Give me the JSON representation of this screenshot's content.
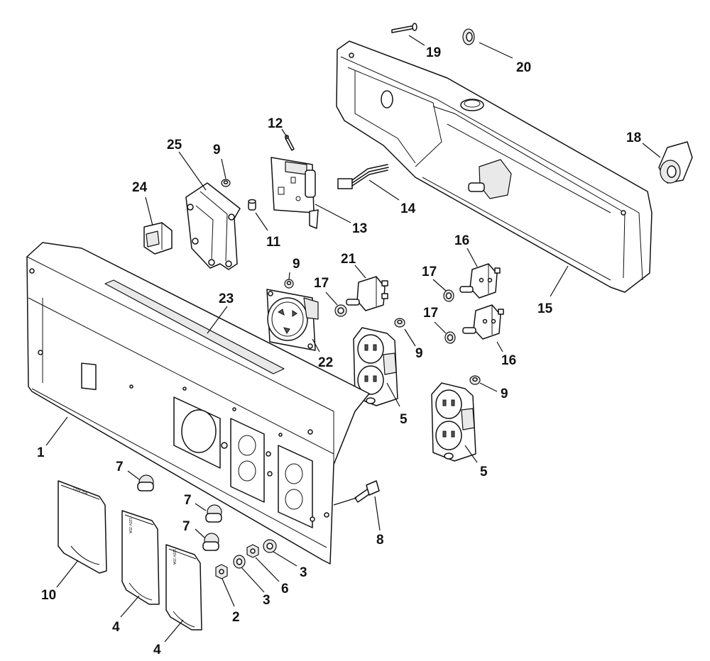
{
  "labels": {
    "l1": "1",
    "l2": "2",
    "l3a": "3",
    "l3b": "3",
    "l4a": "4",
    "l4b": "4",
    "l5a": "5",
    "l5b": "5",
    "l6": "6",
    "l7a": "7",
    "l7b": "7",
    "l7c": "7",
    "l8": "8",
    "l9a": "9",
    "l9b": "9",
    "l9c": "9",
    "l9d": "9",
    "l10": "10",
    "l11": "11",
    "l12": "12",
    "l13": "13",
    "l14": "14",
    "l15": "15",
    "l16a": "16",
    "l16b": "16",
    "l17a": "17",
    "l17b": "17",
    "l17c": "17",
    "l18": "18",
    "l19": "19",
    "l20": "20",
    "l21": "21",
    "l22": "22",
    "l23": "23",
    "l24": "24",
    "l25": "25"
  },
  "cover_text": "120V 20A"
}
